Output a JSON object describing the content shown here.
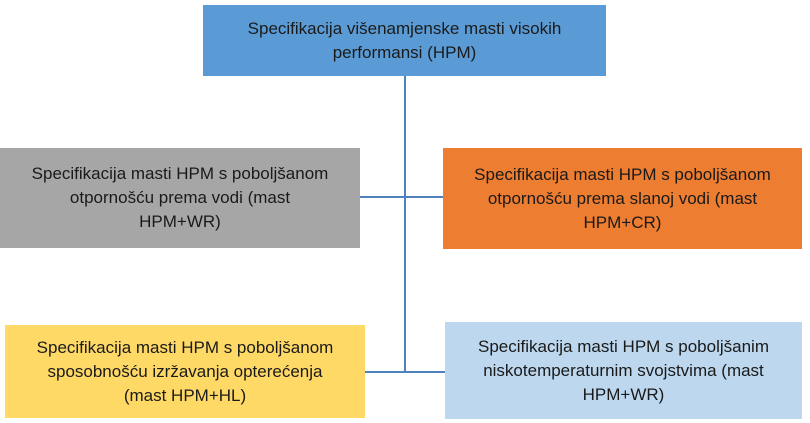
{
  "diagram": {
    "title": "HPM grease specification hierarchy",
    "connector_color": "#4F81BD",
    "background_color": "#FFFFFF",
    "nodes": [
      {
        "id": "root",
        "color": "#5B9BD5",
        "label": "Specifikacija višenamjenske masti visokih performansi (HPM)",
        "lines": [
          "Specifikacija višenamjenske masti visokih",
          "performansi (HPM)"
        ]
      },
      {
        "id": "water-resistance",
        "color": "#A6A6A6",
        "label": "Specifikacija masti HPM s poboljšanom otpornošću prema vodi (mast HPM+WR)",
        "lines": [
          "Specifikacija masti HPM s poboljšanom",
          "otpornošću prema vodi (mast",
          "HPM+WR)"
        ]
      },
      {
        "id": "salt-water-resistance",
        "color": "#ED7D31",
        "label": "Specifikacija masti HPM s poboljšanom otpornošću prema slanoj vodi (mast HPM+CR)",
        "lines": [
          "Specifikacija masti HPM s poboljšanom",
          "otpornošću prema slanoj vodi (mast",
          "HPM+CR)"
        ]
      },
      {
        "id": "high-load",
        "color": "#FFD966",
        "label": "Specifikacija masti HPM s poboljšanom sposobnošću izržavanja opterećenja (mast HPM+HL)",
        "lines": [
          "Specifikacija masti HPM s poboljšanom",
          "sposobnošću izržavanja opterećenja",
          "(mast HPM+HL)"
        ]
      },
      {
        "id": "low-temperature",
        "color": "#BDD7EE",
        "label": "Specifikacija masti HPM s poboljšanim niskotemperaturnim svojstvima (mast HPM+WR)",
        "lines": [
          "Specifikacija masti HPM s poboljšanim",
          "niskotemperaturnim svojstvima (mast",
          "HPM+WR)"
        ]
      }
    ]
  }
}
